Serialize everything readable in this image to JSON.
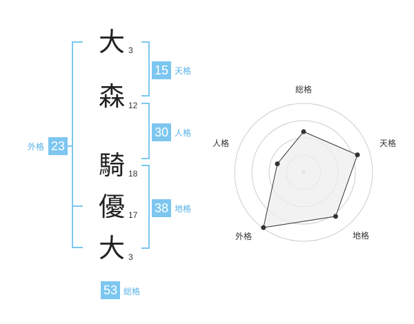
{
  "name_chars": [
    {
      "char": "大",
      "strokes": "3"
    },
    {
      "char": "森",
      "strokes": "12"
    },
    {
      "char": "騎",
      "strokes": "18"
    },
    {
      "char": "優",
      "strokes": "17"
    },
    {
      "char": "大",
      "strokes": "3"
    }
  ],
  "fortunes": {
    "tenkaku": {
      "value": "15",
      "label": "天格"
    },
    "jinkaku": {
      "value": "30",
      "label": "人格"
    },
    "chikaku": {
      "value": "38",
      "label": "地格"
    },
    "gaikaku": {
      "value": "23",
      "label": "外格"
    },
    "soukaku": {
      "value": "53",
      "label": "総格"
    }
  },
  "radar": {
    "labels": {
      "top": "総格",
      "right": "天格",
      "bottom_right": "地格",
      "bottom_left": "外格",
      "left": "人格"
    },
    "colors": {
      "fill": "#eeeeee",
      "stroke": "#333333",
      "ring": "#cccccc",
      "center": "#cccccc"
    }
  },
  "chart_data": {
    "type": "radar",
    "axes": [
      "総格",
      "天格",
      "地格",
      "外格",
      "人格"
    ],
    "values": [
      0.59,
      0.82,
      0.79,
      0.99,
      0.4
    ],
    "rlim": [
      0,
      1
    ],
    "rings": 4
  }
}
